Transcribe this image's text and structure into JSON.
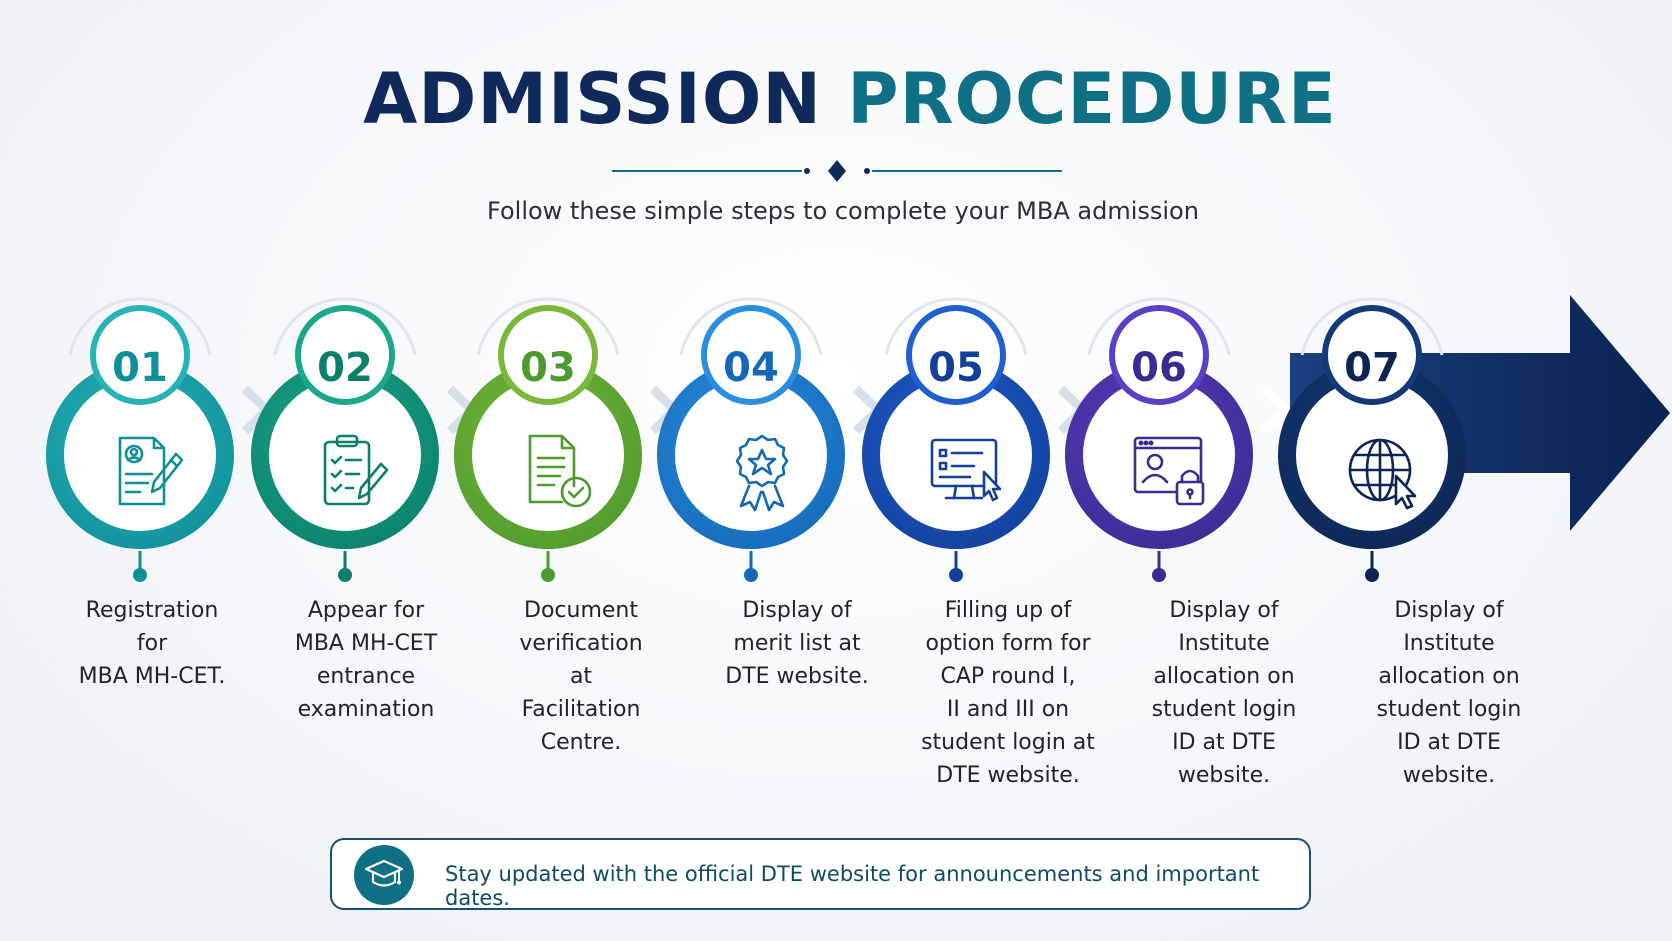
{
  "header": {
    "title_part1": "ADMISSION",
    "title_part2": "PROCEDURE",
    "subtitle": "Follow these simple steps to complete your MBA admission"
  },
  "steps": [
    {
      "number": "01",
      "icon": "registration-form-icon",
      "color": "#26b3b8",
      "dark": "#0f8f99",
      "text": "Registration\nfor\nMBA MH-CET."
    },
    {
      "number": "02",
      "icon": "clipboard-checklist-icon",
      "color": "#1aa88a",
      "dark": "#0b7f6a",
      "text": "Appear for\nMBA MH-CET\nentrance\nexamination"
    },
    {
      "number": "03",
      "icon": "document-check-icon",
      "color": "#7ab83a",
      "dark": "#4d9a2e",
      "text": "Document\nverification\nat\nFacilitation\nCentre."
    },
    {
      "number": "04",
      "icon": "award-ribbon-icon",
      "color": "#2b8fe0",
      "dark": "#1468b8",
      "text": "Display of\nmerit list at\nDTE website."
    },
    {
      "number": "05",
      "icon": "computer-form-icon",
      "color": "#1f5fd0",
      "dark": "#123f9a",
      "text": "Filling up of\noption form for\nCAP round I,\nII and III on\nstudent login at\nDTE website."
    },
    {
      "number": "06",
      "icon": "login-lock-icon",
      "color": "#5b3fc4",
      "dark": "#3b2a8f",
      "text": "Display of\nInstitute\nallocation on\nstudent login\nID at DTE\nwebsite."
    },
    {
      "number": "07",
      "icon": "globe-cursor-icon",
      "color": "#133a78",
      "dark": "#0d2552",
      "text": "Display of\nInstitute\nallocation on\nstudent login\nID at DTE\nwebsite."
    }
  ],
  "footer": {
    "icon": "graduation-cap-icon",
    "message": "Stay updated with the official DTE website for announcements and important dates."
  },
  "colors": {
    "title_dark": "#0f2a5a",
    "title_teal": "#0f6f85",
    "arrow_navy": "#0d2a5c"
  }
}
